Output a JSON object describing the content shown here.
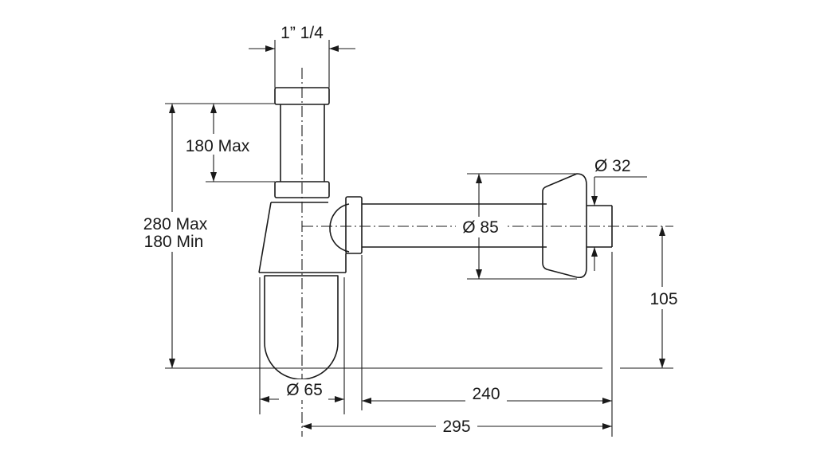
{
  "dimensions": {
    "thread_size": "1” 1/4",
    "tube_height_max": "180 Max",
    "total_height_max": "280 Max",
    "total_height_min": "180 Min",
    "rosette_diameter": "Ø 85",
    "wall_pipe_diameter": "Ø 32",
    "outlet_height": "105",
    "bottle_diameter": "Ø 65",
    "arm_length": "240",
    "total_length": "295"
  },
  "colors": {
    "line": "#1a1a1a",
    "background": "#ffffff"
  }
}
